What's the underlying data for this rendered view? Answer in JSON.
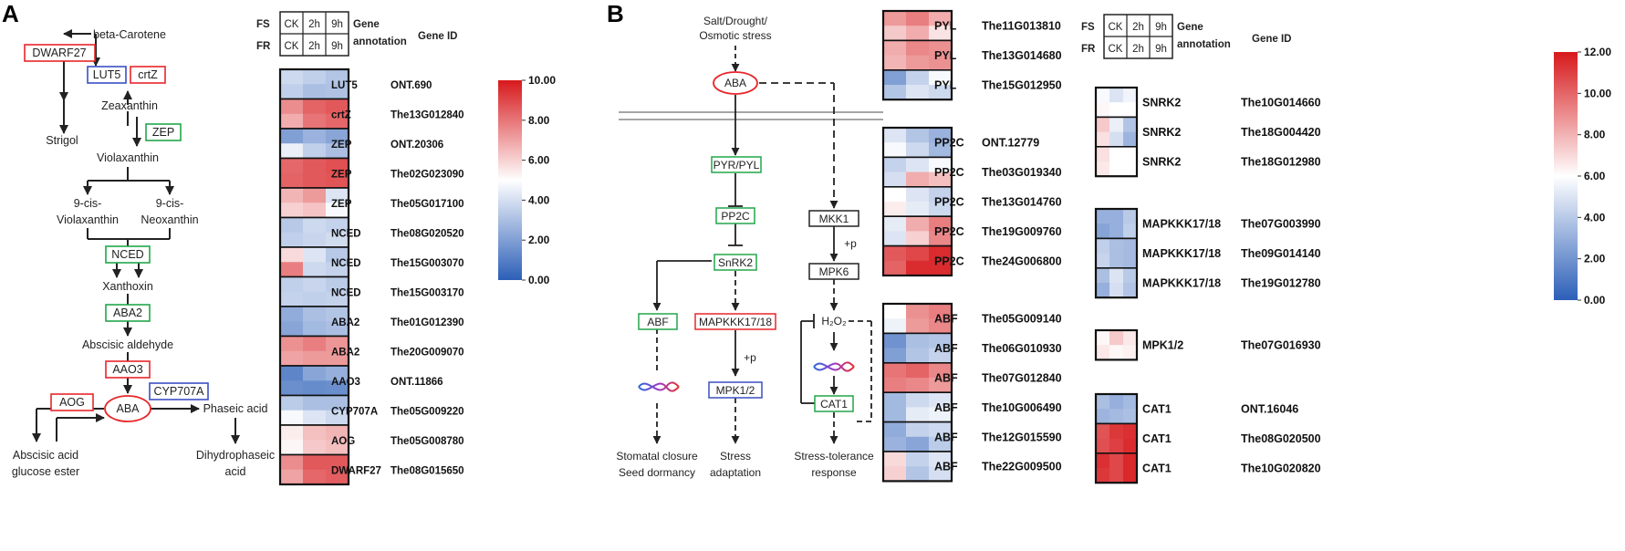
{
  "panels": {
    "a": "A",
    "b": "B"
  },
  "colors": {
    "red": "#d7191c",
    "white": "#ffffff",
    "blue": "#2c5fb8",
    "box_red": "#e8262a",
    "box_blue": "#3b4fc4",
    "box_green": "#22a64a"
  },
  "header_labels": {
    "fs": "FS",
    "fr": "FR",
    "ck": "CK",
    "h2": "2h",
    "h9": "9h",
    "gene": "Gene",
    "annotation": "annotation",
    "gene_id": "Gene ID"
  },
  "pathway_a": {
    "beta_carotene": "beta-Carotene",
    "dwarf27": "DWARF27",
    "lut5": "LUT5",
    "crtz": "crtZ",
    "zeaxanthin": "Zeaxanthin",
    "zep": "ZEP",
    "strigol": "Strigol",
    "violaxanthin": "Violaxanthin",
    "cis_viol_1": "9-cis-",
    "cis_viol_2": "Violaxanthin",
    "cis_neo_1": "9-cis-",
    "cis_neo_2": "Neoxanthin",
    "nced": "NCED",
    "xanthoxin": "Xanthoxin",
    "aba2": "ABA2",
    "abscisic_aldehyde": "Abscisic aldehyde",
    "aao3": "AAO3",
    "aog": "AOG",
    "aba": "ABA",
    "cyp707a": "CYP707A",
    "phaseic": "Phaseic acid",
    "glucose_ester_1": "Abscisic acid",
    "glucose_ester_2": "glucose ester",
    "dihydro_1": "Dihydrophaseic",
    "dihydro_2": "acid"
  },
  "pathway_b": {
    "stress_1": "Salt/Drought/",
    "stress_2": "Osmotic stress",
    "aba": "ABA",
    "pyr": "PYR/PYL",
    "pp2c": "PP2C",
    "snrk2": "SnRK2",
    "mkk1": "MKK1",
    "mpk6": "MPK6",
    "p1": "+p",
    "p2": "+p",
    "abf": "ABF",
    "mapkkk": "MAPKKK17/18",
    "h2o2": "H₂O₂",
    "mpk12": "MPK1/2",
    "cat1": "CAT1",
    "out1_1": "Stomatal closure",
    "out1_2": "Seed dormancy",
    "out2_1": "Stress",
    "out2_2": "adaptation",
    "out3_1": "Stress-tolerance",
    "out3_2": "response"
  },
  "colorbar_a": {
    "ticks": [
      "10.00",
      "8.00",
      "6.00",
      "4.00",
      "2.00",
      "0.00"
    ],
    "min": 0,
    "max": 10
  },
  "colorbar_b": {
    "ticks": [
      "12.00",
      "10.00",
      "8.00",
      "6.00",
      "4.00",
      "2.00",
      "0.00"
    ],
    "min": 0,
    "max": 12
  },
  "heatmap_a": [
    {
      "gene": "LUT5",
      "id": "ONT.690",
      "vals": [
        3.8,
        3.5,
        3.2,
        3.5,
        3.0,
        3.1
      ]
    },
    {
      "gene": "crtZ",
      "id": "The13G012840",
      "vals": [
        7.5,
        8.4,
        8.6,
        6.8,
        8.0,
        8.3
      ]
    },
    {
      "gene": "ZEP",
      "id": "ONT.20306",
      "vals": [
        2.0,
        2.6,
        2.2,
        4.5,
        3.5,
        3.0
      ]
    },
    {
      "gene": "ZEP",
      "id": "The02G023090",
      "vals": [
        8.3,
        8.6,
        8.8,
        8.4,
        8.6,
        8.7
      ]
    },
    {
      "gene": "ZEP",
      "id": "The05G017100",
      "vals": [
        6.6,
        7.2,
        4.2,
        6.0,
        6.3,
        4.8
      ]
    },
    {
      "gene": "NCED",
      "id": "The08G020520",
      "vals": [
        3.3,
        3.8,
        3.6,
        3.5,
        3.7,
        3.9
      ]
    },
    {
      "gene": "NCED",
      "id": "The15G003070",
      "vals": [
        5.8,
        4.2,
        3.3,
        7.8,
        3.8,
        3.6
      ]
    },
    {
      "gene": "NCED",
      "id": "The15G003170",
      "vals": [
        3.5,
        3.7,
        3.4,
        3.6,
        3.5,
        3.6
      ]
    },
    {
      "gene": "ABA2",
      "id": "The01G012390",
      "vals": [
        2.4,
        3.0,
        3.2,
        2.2,
        2.8,
        3.0
      ]
    },
    {
      "gene": "ABA2",
      "id": "The20G009070",
      "vals": [
        7.4,
        7.8,
        7.3,
        7.0,
        7.2,
        7.2
      ]
    },
    {
      "gene": "AAO3",
      "id": "ONT.11866",
      "vals": [
        1.2,
        2.2,
        2.5,
        1.5,
        1.4,
        1.5
      ]
    },
    {
      "gene": "CYP707A",
      "id": "The05G009220",
      "vals": [
        3.4,
        3.0,
        3.0,
        4.8,
        4.2,
        3.8
      ]
    },
    {
      "gene": "AOG",
      "id": "The05G008780",
      "vals": [
        5.4,
        6.4,
        6.6,
        5.2,
        6.2,
        6.4
      ]
    },
    {
      "gene": "DWARF27",
      "id": "The08G015650",
      "vals": [
        7.5,
        8.6,
        8.6,
        7.0,
        8.3,
        8.5
      ]
    }
  ],
  "heatmap_b_left": [
    {
      "gene": "PYL",
      "id": "The11G013810",
      "vals": [
        7.2,
        7.8,
        6.8,
        6.2,
        6.8,
        5.6
      ],
      "group": 0
    },
    {
      "gene": "PYL",
      "id": "The13G014680",
      "vals": [
        6.8,
        7.6,
        7.4,
        6.6,
        7.2,
        7.4
      ],
      "group": 0
    },
    {
      "gene": "PYL",
      "id": "The15G012950",
      "vals": [
        2.0,
        3.6,
        4.8,
        3.2,
        4.2,
        3.8
      ],
      "group": 0
    },
    {
      "gene": "PP2C",
      "id": "ONT.12779",
      "vals": [
        4.2,
        3.2,
        2.6,
        4.8,
        3.8,
        2.8
      ],
      "group": 1
    },
    {
      "gene": "PP2C",
      "id": "The03G019340",
      "vals": [
        3.6,
        4.2,
        4.8,
        4.0,
        6.8,
        6.4
      ],
      "group": 1
    },
    {
      "gene": "PP2C",
      "id": "The13G014760",
      "vals": [
        5.0,
        4.2,
        3.6,
        5.4,
        4.4,
        3.8
      ],
      "group": 1
    },
    {
      "gene": "PP2C",
      "id": "The19G009760",
      "vals": [
        4.4,
        6.8,
        7.8,
        4.2,
        6.0,
        7.6
      ],
      "group": 1
    },
    {
      "gene": "PP2C",
      "id": "The24G006800",
      "vals": [
        8.6,
        9.0,
        9.6,
        8.4,
        9.6,
        9.6
      ],
      "group": 1
    },
    {
      "gene": "ABF",
      "id": "The05G009140",
      "vals": [
        5.0,
        7.4,
        7.8,
        4.6,
        7.2,
        7.6
      ],
      "group": 2
    },
    {
      "gene": "ABF",
      "id": "The06G010930",
      "vals": [
        1.6,
        3.0,
        3.2,
        2.0,
        3.2,
        3.6
      ],
      "group": 2
    },
    {
      "gene": "ABF",
      "id": "The07G012840",
      "vals": [
        8.0,
        8.4,
        7.6,
        7.8,
        7.6,
        7.2
      ],
      "group": 2
    },
    {
      "gene": "ABF",
      "id": "The10G006490",
      "vals": [
        2.8,
        3.8,
        4.2,
        2.8,
        4.4,
        4.6
      ],
      "group": 2
    },
    {
      "gene": "ABF",
      "id": "The12G015590",
      "vals": [
        2.4,
        3.6,
        3.8,
        2.6,
        2.2,
        3.4
      ],
      "group": 2
    },
    {
      "gene": "ABF",
      "id": "The22G009500",
      "vals": [
        5.8,
        3.6,
        4.2,
        6.0,
        3.2,
        4.0
      ],
      "group": 2
    }
  ],
  "heatmap_b_right": [
    {
      "gene": "SNRK2",
      "id": "The10G014660",
      "vals": [
        5.8,
        5.0,
        5.6,
        6.2,
        6.0,
        6.0
      ],
      "group": 0
    },
    {
      "gene": "SNRK2",
      "id": "The18G004420",
      "vals": [
        7.4,
        5.4,
        3.8,
        6.8,
        4.8,
        3.2
      ],
      "group": 0
    },
    {
      "gene": "SNRK2",
      "id": "The18G012980",
      "vals": [
        6.8,
        6.0,
        6.0,
        6.6,
        6.0,
        6.0
      ],
      "group": 0
    },
    {
      "gene": "MAPKKK17/18",
      "id": "The07G003990",
      "vals": [
        3.0,
        3.0,
        4.0,
        2.6,
        3.0,
        4.2
      ],
      "group": 1
    },
    {
      "gene": "MAPKKK17/18",
      "id": "The09G014140",
      "vals": [
        4.2,
        3.6,
        3.4,
        4.4,
        3.6,
        3.4
      ],
      "group": 1
    },
    {
      "gene": "MAPKKK17/18",
      "id": "The19G012780",
      "vals": [
        3.6,
        5.0,
        4.0,
        3.0,
        4.8,
        3.8
      ],
      "group": 1
    },
    {
      "gene": "MPK1/2",
      "id": "The07G016930",
      "vals": [
        6.2,
        7.4,
        6.6,
        6.6,
        6.2,
        6.4
      ],
      "group": 2
    },
    {
      "gene": "CAT1",
      "id": "ONT.16046",
      "vals": [
        3.6,
        3.0,
        3.4,
        3.2,
        3.4,
        3.6
      ],
      "group": 3
    },
    {
      "gene": "CAT1",
      "id": "The08G020500",
      "vals": [
        10.5,
        11.2,
        11.4,
        10.6,
        11.0,
        11.5
      ],
      "group": 3
    },
    {
      "gene": "CAT1",
      "id": "The10G020820",
      "vals": [
        11.4,
        10.8,
        11.6,
        11.2,
        10.8,
        11.6
      ],
      "group": 3
    }
  ]
}
